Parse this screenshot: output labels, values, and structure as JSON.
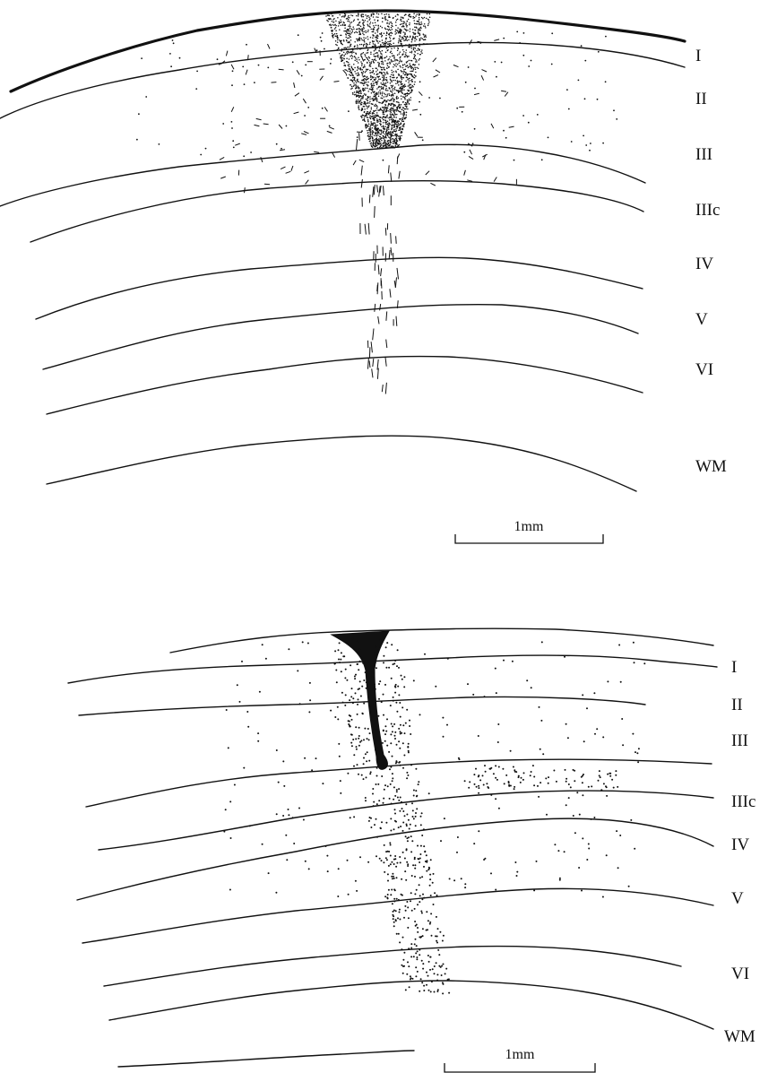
{
  "top_panel": {
    "layer_labels": [
      "I",
      "II",
      "III",
      "IIIc",
      "IV",
      "V",
      "VI",
      "WM"
    ],
    "scale_bar_label": "1mm"
  },
  "bottom_panel": {
    "layer_labels": [
      "I",
      "II",
      "III",
      "IIIc",
      "IV",
      "V",
      "VI",
      "WM"
    ],
    "scale_bar_label": "1mm"
  },
  "colors": {
    "ink": "#111111",
    "paper": "#ffffff"
  }
}
